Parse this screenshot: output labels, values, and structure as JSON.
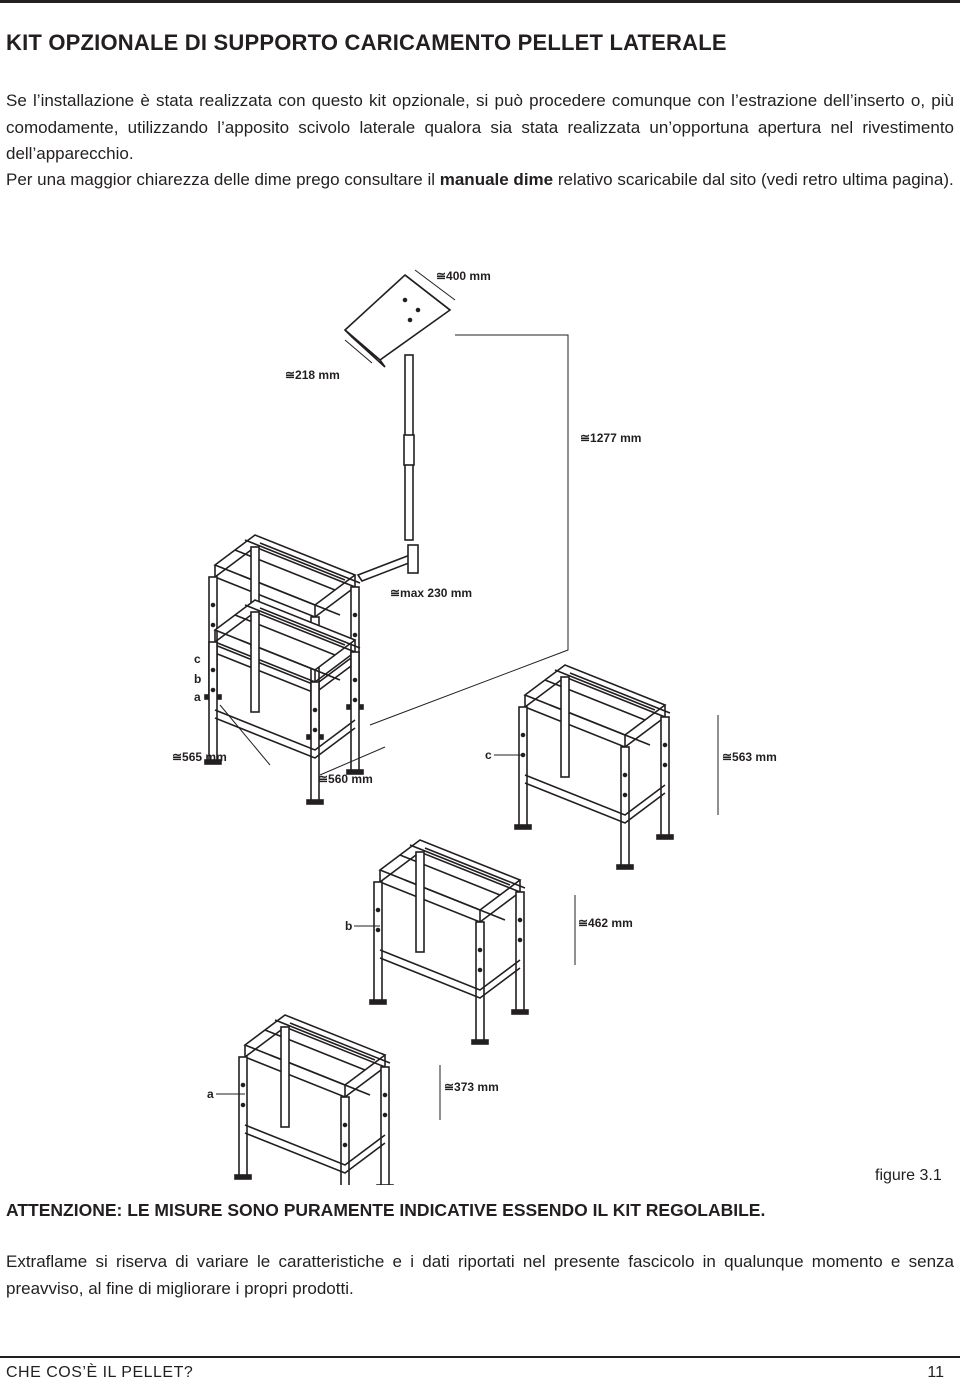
{
  "header": {
    "title": "KIT OPZIONALE DI SUPPORTO CARICAMENTO PELLET LATERALE"
  },
  "body": {
    "paragraph1": "Se l’installazione è stata realizzata con questo kit opzionale, si può procedere comunque con l’estrazione dell’inserto o, più comodamente, utilizzando l’apposito scivolo laterale qualora sia stata realizzata un’opportuna apertura nel rivestimento dell’apparecchio.",
    "paragraph2_before": "Per una maggior chiarezza delle dime prego consultare il ",
    "paragraph2_bold": "manuale dime",
    "paragraph2_after": " relativo scaricabile dal sito (vedi retro ultima pagina).",
    "warning": "ATTENZIONE: LE MISURE SONO PURAMENTE INDICATIVE ESSENDO IL KIT REGOLABILE.",
    "paragraph3": "Extraflame si riserva di variare le caratteristiche e i dati riportati nel presente fascicolo in qualunque momento e senza preavviso, al fine di migliorare i propri prodotti."
  },
  "figure": {
    "caption": "figure 3.1",
    "dim_400": "≅400 mm",
    "dim_218": "≅218 mm",
    "dim_1277": "≅1277 mm",
    "dim_230": "≅max 230 mm",
    "dim_565": "≅565 mm",
    "dim_560": "≅560 mm",
    "dim_563": "≅563 mm",
    "dim_462": "≅462 mm",
    "dim_373": "≅373 mm",
    "label_a": "a",
    "label_b": "b",
    "label_c": "c"
  },
  "footer": {
    "section": "CHE COS’È IL PELLET?",
    "page_number": "11"
  }
}
